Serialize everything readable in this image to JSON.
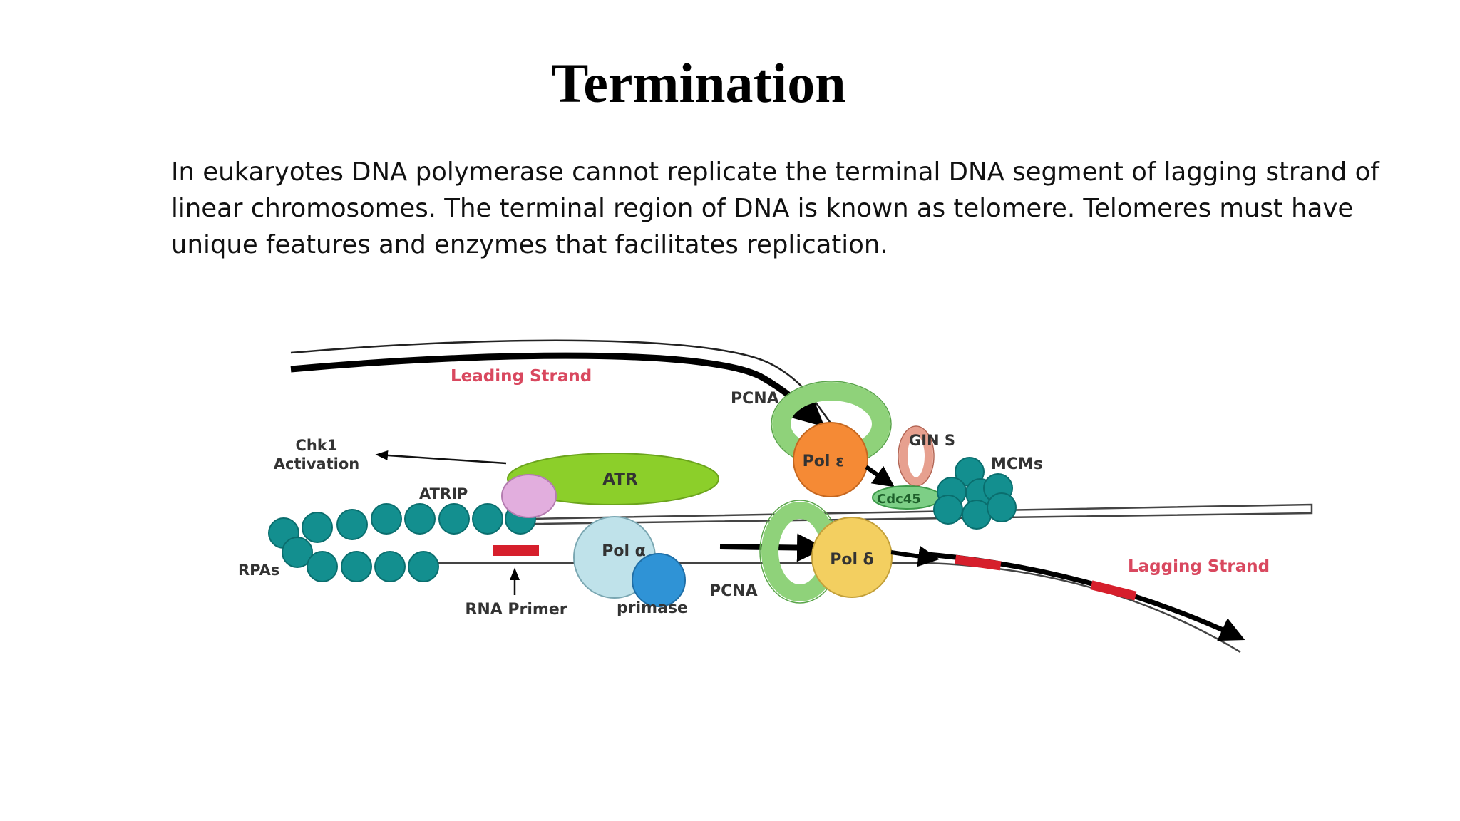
{
  "slide": {
    "title": "Termination",
    "paragraph": "In eukaryotes DNA polymerase cannot replicate the terminal DNA segment of lagging strand of linear chromosomes. The terminal region of DNA is known as telomere. Telomeres must have unique features and enzymes that facilitates replication."
  },
  "diagram": {
    "labels": {
      "leading_strand": "Leading Strand",
      "lagging_strand": "Lagging Strand",
      "pcna_top": "PCNA",
      "pcna_bottom": "PCNA",
      "gins": "GIN S",
      "mcms": "MCMs",
      "cdc45": "Cdc45",
      "pol_epsilon": "Pol ε",
      "pol_delta": "Pol δ",
      "pol_alpha": "Pol α",
      "primase": "primase",
      "atr": "ATR",
      "atrip": "ATRIP",
      "chk1_line1": "Chk1",
      "chk1_line2": "Activation",
      "rpas": "RPAs",
      "rna_primer": "RNA Primer"
    },
    "colors": {
      "strand_label": "#d9485f",
      "pcna": "#8fd27a",
      "pol_epsilon": "#f58a35",
      "pol_delta": "#f3cf60",
      "pol_alpha": "#bfe2ea",
      "primase": "#2f93d6",
      "atr": "#8ccf2a",
      "atrip": "#e2aede",
      "rpa": "#138f8f",
      "gins": "#e7a08f",
      "cdc45": "#7dcf86",
      "primer": "#d61f2c"
    }
  }
}
